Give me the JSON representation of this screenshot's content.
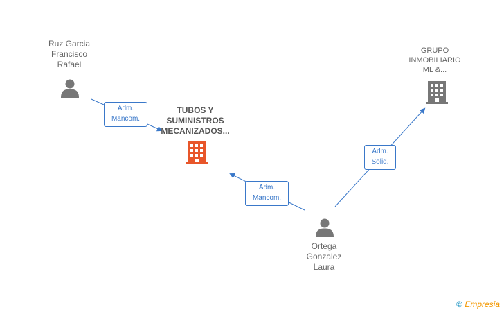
{
  "nodes": {
    "company_main": {
      "line1": "TUBOS Y",
      "line2": "SUMINISTROS",
      "line3": "MECANIZADOS...",
      "icon": "building-icon",
      "color": "#e8562a"
    },
    "company_group": {
      "line1": "GRUPO",
      "line2": "INMOBILIARIO",
      "line3": "ML &...",
      "icon": "building-icon",
      "color": "#777777"
    },
    "person_ruz": {
      "line1": "Ruz Garcia",
      "line2": "Francisco",
      "line3": "Rafael",
      "icon": "person-icon",
      "color": "#777777"
    },
    "person_ortega": {
      "line1": "Ortega",
      "line2": "Gonzalez",
      "line3": "Laura",
      "icon": "person-icon",
      "color": "#777777"
    }
  },
  "relations": {
    "ruz_to_main": {
      "line1": "Adm.",
      "line2": "Mancom."
    },
    "ortega_to_main": {
      "line1": "Adm.",
      "line2": "Mancom."
    },
    "ortega_to_group": {
      "line1": "Adm.",
      "line2": "Solid."
    }
  },
  "edge_color": "#3a78c9",
  "footer": {
    "copyright_symbol": "©",
    "brand": "Empresia"
  }
}
